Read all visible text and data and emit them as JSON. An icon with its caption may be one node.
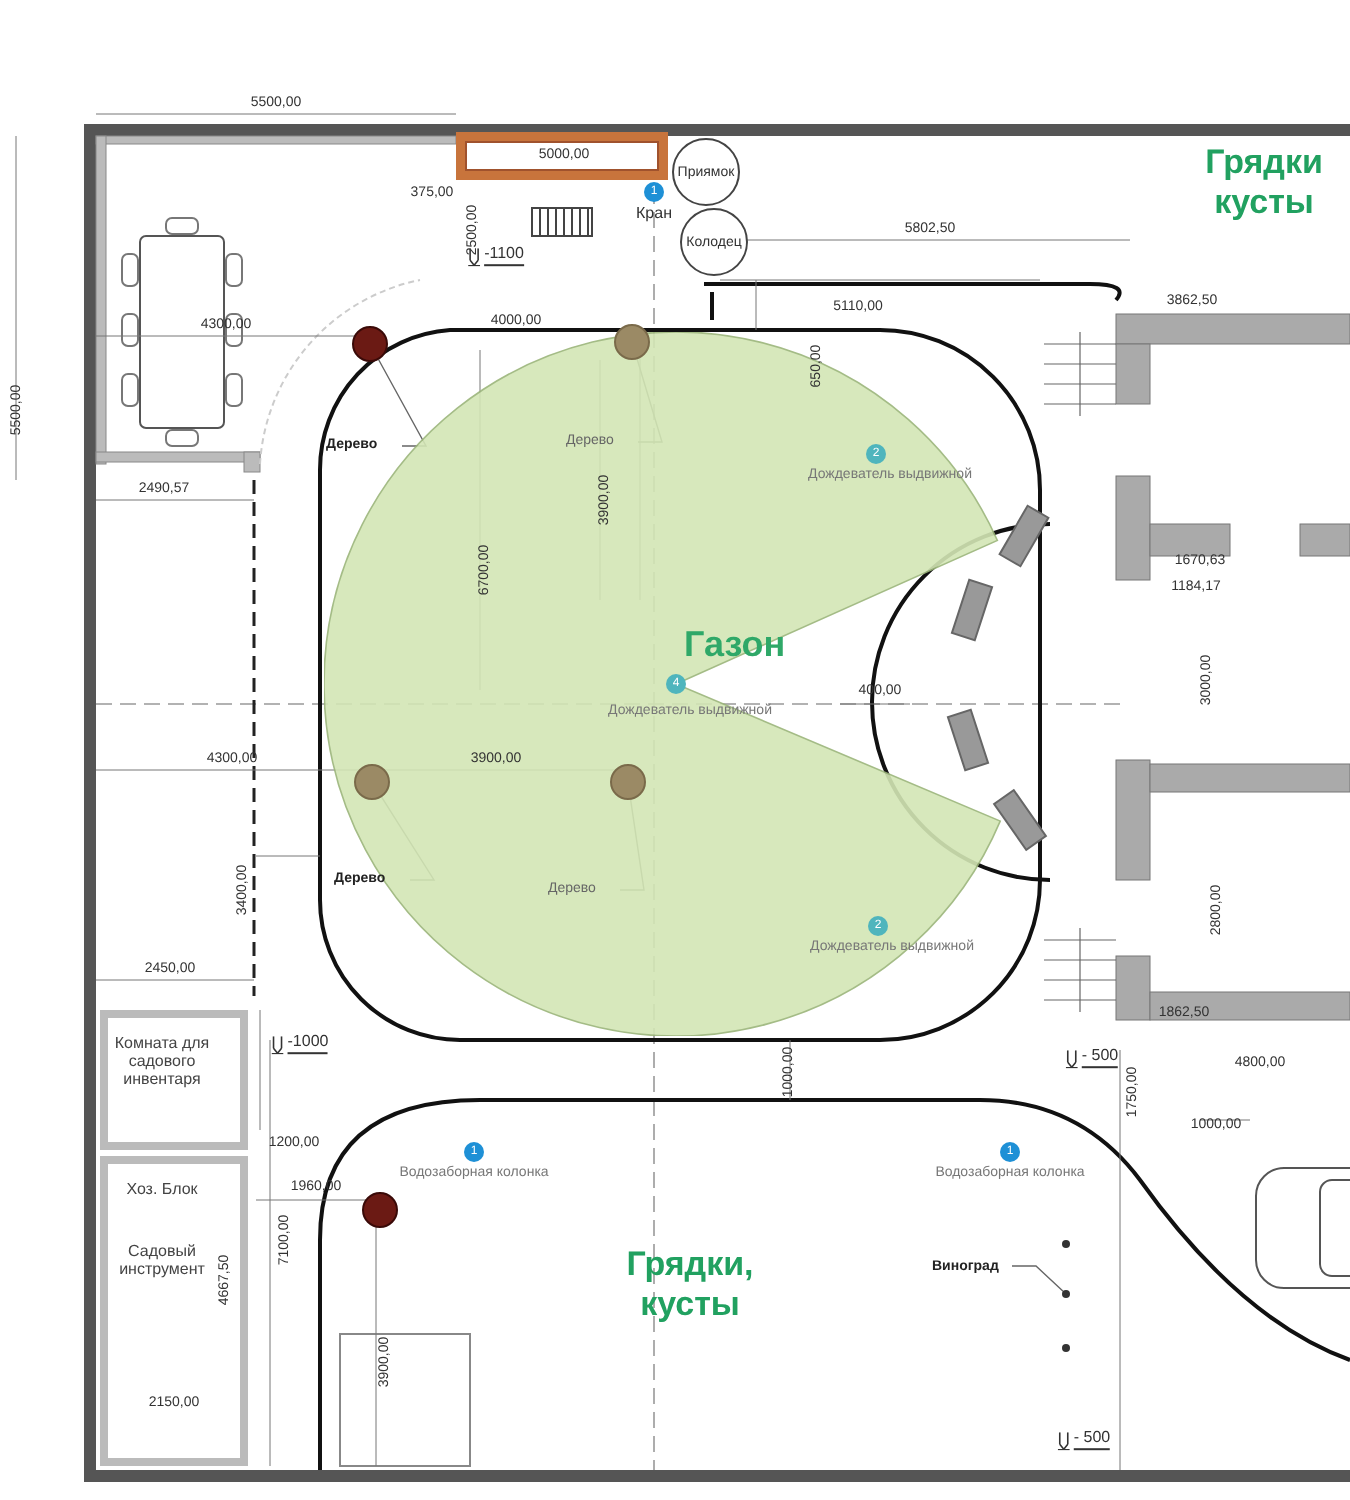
{
  "diagram": {
    "nodes": [
      {
        "text": [
          "Приямок"
        ]
      },
      {
        "text": [
          "1"
        ],
        "beside": [
          "Кран"
        ]
      },
      {
        "text": [
          "Колодец"
        ]
      },
      {
        "text": [],
        "shape": "circle"
      },
      {
        "text": [],
        "shape": "circle"
      },
      {
        "text": [
          "Дерево"
        ]
      },
      {
        "text": [
          "Дерево"
        ],
        "in": 7
      },
      {
        "text": [
          "Газон"
        ]
      },
      {
        "text": [
          "2"
        ],
        "beside": [
          "Дождеватель выдвижной"
        ],
        "in": 7
      },
      {
        "text": [
          "4"
        ],
        "beside": [
          "Дождеватель выдвижной"
        ],
        "in": 7
      },
      {
        "text": [],
        "shape": "circle",
        "in": 7
      },
      {
        "text": [],
        "shape": "circle",
        "in": 7
      },
      {
        "text": [
          "Дерево"
        ]
      },
      {
        "text": [
          "Дерево"
        ],
        "in": 7
      },
      {
        "text": [
          "2"
        ],
        "beside": [
          "Дождеватель выдвижной"
        ],
        "in": 7
      },
      {
        "text": [
          "Комната для садового инвентаря"
        ]
      },
      {
        "text": [
          "Хоз. Блок",
          "Садовый инструмент"
        ]
      },
      {
        "text": [
          "1"
        ],
        "beside": [
          "Водозаборная колонка"
        ]
      },
      {
        "text": [
          "1"
        ],
        "beside": [
          "Водозаборная колонка"
        ]
      },
      {
        "text": [],
        "shape": "circle"
      },
      {
        "text": [
          "Виноград"
        ]
      },
      {
        "text": [],
        "shape": "circle"
      },
      {
        "text": [],
        "shape": "circle"
      },
      {
        "text": [],
        "shape": "circle"
      }
    ],
    "edges": [
      {
        "from": 5,
        "to": 3,
        "arrow": "none"
      },
      {
        "from": 6,
        "to": 4,
        "arrow": "none"
      },
      {
        "from": 12,
        "to": 10,
        "arrow": "none"
      },
      {
        "from": 13,
        "to": 11,
        "arrow": "none"
      },
      {
        "from": 20,
        "to": 22,
        "arrow": "none"
      }
    ],
    "labels": [
      "5500,00",
      "Грядки кусты",
      "5000,00",
      "375,00",
      "2500,00",
      "-1100",
      "5500,00",
      "5802,50",
      "4300,00",
      "4000,00",
      "5110,00",
      "650,00",
      "3862,50",
      "3900,00",
      "2490,57",
      "6700,00",
      "1670,63",
      "1184,17",
      "400,00",
      "3000,00",
      "4300,00",
      "3900,00",
      "3400,00",
      "2800,00",
      "2450,00",
      "1862,50",
      "-1000",
      "- 500",
      "1000,00",
      "1750,00",
      "4800,00",
      "1000,00",
      "1200,00",
      "1960,00",
      "7100,00",
      "4667,50",
      "Грядки, кусты",
      "3900,00",
      "2150,00",
      "- 500"
    ]
  }
}
